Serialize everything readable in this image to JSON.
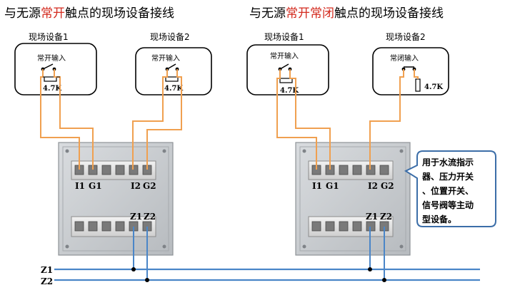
{
  "left": {
    "title_part1": "与无源",
    "title_red": "常开",
    "title_part2": "触点的现场设备接线",
    "device1": {
      "name": "现场设备1",
      "contact": "常开输入",
      "resistor": "4.7K"
    },
    "device2": {
      "name": "现场设备2",
      "contact": "常开输入",
      "resistor": "4.7K"
    },
    "terminals_top": {
      "i1": "I1",
      "g1": "G1",
      "i2": "I2",
      "g2": "G2"
    },
    "terminals_bottom": {
      "z1": "Z1",
      "z2": "Z2"
    }
  },
  "right": {
    "title_part1": "与无源",
    "title_red": "常开常闭",
    "title_part2": "触点的现场设备接线",
    "device1": {
      "name": "现场设备1",
      "contact": "常开输入",
      "resistor": "4.7K"
    },
    "device2": {
      "name": "现场设备2",
      "contact": "常闭输入",
      "resistor": "4.7K"
    },
    "terminals_top": {
      "i1": "I1",
      "g1": "G1",
      "i2": "I2",
      "g2": "G2"
    },
    "terminals_bottom": {
      "z1": "Z1",
      "z2": "Z2"
    },
    "callout_lines": [
      "用于水流指示",
      "器、压力开关",
      "、位置开关、",
      "信号阀等主动",
      "型设备。"
    ]
  },
  "bus": {
    "z1": "Z1",
    "z2": "Z2"
  },
  "colors": {
    "wire": "#f0a050",
    "bus": "#4a86c8",
    "title_accent": "#d32a1e"
  }
}
